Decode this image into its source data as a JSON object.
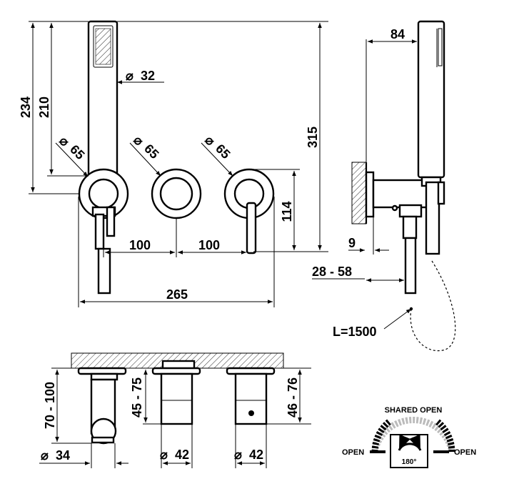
{
  "front_view": {
    "dim_height_234": "234",
    "dim_height_210": "210",
    "dim_height_315": "315",
    "dim_diam_32": "32",
    "dim_diam_65_left": "65",
    "dim_diam_65_mid": "65",
    "dim_diam_65_right": "65",
    "dim_height_114": "114",
    "dim_spacing_100_left": "100",
    "dim_spacing_100_right": "100",
    "dim_width_265": "265"
  },
  "side_view": {
    "dim_depth_84": "84",
    "dim_9": "9",
    "dim_28_58": "28 - 58",
    "hose_length": "L=1500"
  },
  "bottom_view": {
    "dim_70_100": "70 - 100",
    "dim_45_75": "45 - 75",
    "dim_46_76": "46 - 76",
    "dim_diam_34": "34",
    "dim_diam_42_mid": "42",
    "dim_diam_42_right": "42"
  },
  "rotation_legend": {
    "shared_open": "SHARED OPEN",
    "open_left": "OPEN",
    "open_right": "OPEN",
    "angle": "180°"
  },
  "symbols": {
    "diameter": "⌀"
  }
}
